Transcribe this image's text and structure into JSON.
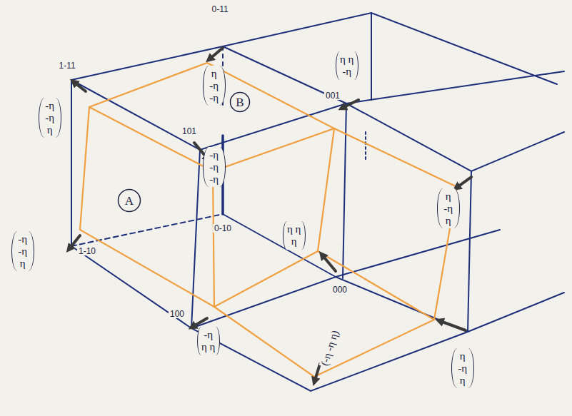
{
  "diagram": {
    "nodes": [
      {
        "text": [
          "B"
        ]
      },
      {
        "text": [
          "A"
        ]
      }
    ],
    "labels": [
      "0-11",
      "1-11",
      "-η -η η",
      "η -η -η",
      "001",
      "η η -η",
      "101",
      "-η -η -η",
      "0-10",
      "1-10",
      "-η -η η",
      "η η η",
      "000",
      "η -η η",
      "100",
      "-η η η",
      "(-η -η η)",
      "η -η η"
    ]
  }
}
